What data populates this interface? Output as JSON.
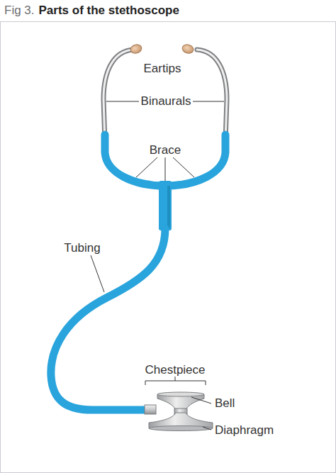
{
  "diagram": {
    "title": "Parts of the stethoscope",
    "labels": [
      "Fig 3.",
      "Eartips",
      "Binaurals",
      "Brace",
      "Tubing",
      "Chestpiece",
      "Bell",
      "Diaphragm"
    ]
  }
}
